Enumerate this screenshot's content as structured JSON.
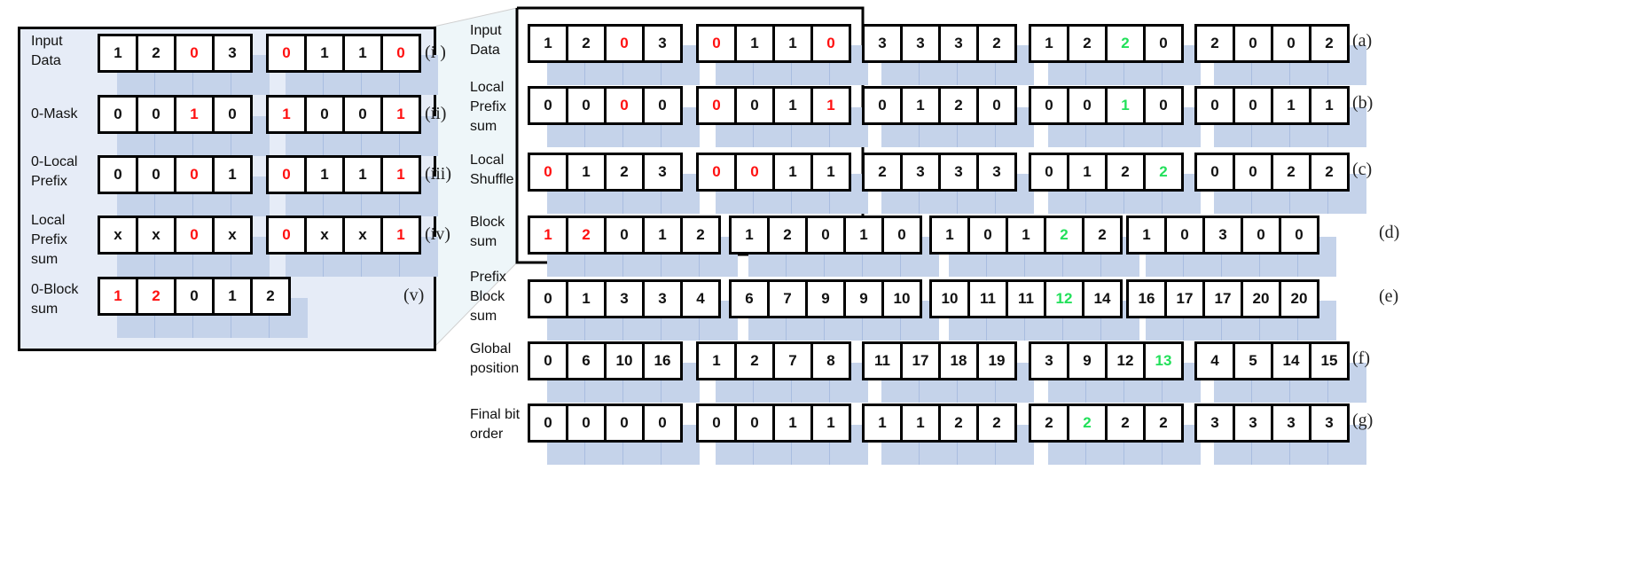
{
  "colors": {
    "highlight_red": "#ff1010",
    "highlight_green": "#22e05a",
    "panel_fill": "#e6ecf7",
    "shadow_fill": "#c5d3ea"
  },
  "left": {
    "rows": [
      {
        "label": "Input\nData",
        "tag": "(i )",
        "arrays": [
          {
            "v": [
              "1",
              "2",
              "0",
              "3"
            ],
            "c": [
              "k",
              "k",
              "r",
              "k"
            ]
          },
          {
            "v": [
              "0",
              "1",
              "1",
              "0"
            ],
            "c": [
              "r",
              "k",
              "k",
              "r"
            ]
          }
        ]
      },
      {
        "label": "0-Mask",
        "tag": "(ii)",
        "arrays": [
          {
            "v": [
              "0",
              "0",
              "1",
              "0"
            ],
            "c": [
              "k",
              "k",
              "r",
              "k"
            ]
          },
          {
            "v": [
              "1",
              "0",
              "0",
              "1"
            ],
            "c": [
              "r",
              "k",
              "k",
              "r"
            ]
          }
        ]
      },
      {
        "label": "0-Local\nPrefix",
        "tag": "(iii)",
        "arrays": [
          {
            "v": [
              "0",
              "0",
              "0",
              "1"
            ],
            "c": [
              "k",
              "k",
              "r",
              "k"
            ]
          },
          {
            "v": [
              "0",
              "1",
              "1",
              "1"
            ],
            "c": [
              "r",
              "k",
              "k",
              "r"
            ]
          }
        ]
      },
      {
        "label": "Local\nPrefix\nsum",
        "tag": "(iv)",
        "arrays": [
          {
            "v": [
              "x",
              "x",
              "0",
              "x"
            ],
            "c": [
              "k",
              "k",
              "r",
              "k"
            ]
          },
          {
            "v": [
              "0",
              "x",
              "x",
              "1"
            ],
            "c": [
              "r",
              "k",
              "k",
              "r"
            ]
          }
        ]
      },
      {
        "label": "0-Block\nsum",
        "tag": "(v)",
        "arrays": [
          {
            "v": [
              "1",
              "2",
              "0",
              "1",
              "2"
            ],
            "c": [
              "r",
              "r",
              "k",
              "k",
              "k"
            ]
          }
        ]
      }
    ]
  },
  "right": {
    "rows": [
      {
        "label": "Input\nData",
        "tag": "(a)",
        "arrays": [
          {
            "v": [
              "1",
              "2",
              "0",
              "3"
            ],
            "c": [
              "k",
              "k",
              "r",
              "k"
            ]
          },
          {
            "v": [
              "0",
              "1",
              "1",
              "0"
            ],
            "c": [
              "r",
              "k",
              "k",
              "r"
            ]
          },
          {
            "v": [
              "3",
              "3",
              "3",
              "2"
            ],
            "c": [
              "k",
              "k",
              "k",
              "k"
            ]
          },
          {
            "v": [
              "1",
              "2",
              "2",
              "0"
            ],
            "c": [
              "k",
              "k",
              "g",
              "k"
            ]
          },
          {
            "v": [
              "2",
              "0",
              "0",
              "2"
            ],
            "c": [
              "k",
              "k",
              "k",
              "k"
            ]
          }
        ]
      },
      {
        "label": "Local\nPrefix\nsum",
        "tag": "(b)",
        "arrays": [
          {
            "v": [
              "0",
              "0",
              "0",
              "0"
            ],
            "c": [
              "k",
              "k",
              "r",
              "k"
            ]
          },
          {
            "v": [
              "0",
              "0",
              "1",
              "1"
            ],
            "c": [
              "r",
              "k",
              "k",
              "r"
            ]
          },
          {
            "v": [
              "0",
              "1",
              "2",
              "0"
            ],
            "c": [
              "k",
              "k",
              "k",
              "k"
            ]
          },
          {
            "v": [
              "0",
              "0",
              "1",
              "0"
            ],
            "c": [
              "k",
              "k",
              "g",
              "k"
            ]
          },
          {
            "v": [
              "0",
              "0",
              "1",
              "1"
            ],
            "c": [
              "k",
              "k",
              "k",
              "k"
            ]
          }
        ]
      },
      {
        "label": "Local\nShuffle",
        "tag": "(c)",
        "arrays": [
          {
            "v": [
              "0",
              "1",
              "2",
              "3"
            ],
            "c": [
              "r",
              "k",
              "k",
              "k"
            ]
          },
          {
            "v": [
              "0",
              "0",
              "1",
              "1"
            ],
            "c": [
              "r",
              "r",
              "k",
              "k"
            ]
          },
          {
            "v": [
              "2",
              "3",
              "3",
              "3"
            ],
            "c": [
              "k",
              "k",
              "k",
              "k"
            ]
          },
          {
            "v": [
              "0",
              "1",
              "2",
              "2"
            ],
            "c": [
              "k",
              "k",
              "k",
              "g"
            ]
          },
          {
            "v": [
              "0",
              "0",
              "2",
              "2"
            ],
            "c": [
              "k",
              "k",
              "k",
              "k"
            ]
          }
        ]
      },
      {
        "label": "Block\nsum",
        "tag": "(d)",
        "arrays": [
          {
            "v": [
              "1",
              "2",
              "0",
              "1",
              "2"
            ],
            "c": [
              "r",
              "r",
              "k",
              "k",
              "k"
            ]
          },
          {
            "v": [
              "1",
              "2",
              "0",
              "1",
              "0"
            ],
            "c": [
              "k",
              "k",
              "k",
              "k",
              "k"
            ]
          },
          {
            "v": [
              "1",
              "0",
              "1",
              "2",
              "2"
            ],
            "c": [
              "k",
              "k",
              "k",
              "g",
              "k"
            ]
          },
          {
            "v": [
              "1",
              "0",
              "3",
              "0",
              "0"
            ],
            "c": [
              "k",
              "k",
              "k",
              "k",
              "k"
            ]
          }
        ]
      },
      {
        "label": "Prefix\nBlock\nsum",
        "tag": "(e)",
        "arrays": [
          {
            "v": [
              "0",
              "1",
              "3",
              "3",
              "4"
            ],
            "c": [
              "k",
              "k",
              "k",
              "k",
              "k"
            ]
          },
          {
            "v": [
              "6",
              "7",
              "9",
              "9",
              "10"
            ],
            "c": [
              "k",
              "k",
              "k",
              "k",
              "k"
            ]
          },
          {
            "v": [
              "10",
              "11",
              "11",
              "12",
              "14"
            ],
            "c": [
              "k",
              "k",
              "k",
              "g",
              "k"
            ]
          },
          {
            "v": [
              "16",
              "17",
              "17",
              "20",
              "20"
            ],
            "c": [
              "k",
              "k",
              "k",
              "k",
              "k"
            ]
          }
        ]
      },
      {
        "label": "Global\nposition",
        "tag": "(f)",
        "arrays": [
          {
            "v": [
              "0",
              "6",
              "10",
              "16"
            ],
            "c": [
              "k",
              "k",
              "k",
              "k"
            ]
          },
          {
            "v": [
              "1",
              "2",
              "7",
              "8"
            ],
            "c": [
              "k",
              "k",
              "k",
              "k"
            ]
          },
          {
            "v": [
              "11",
              "17",
              "18",
              "19"
            ],
            "c": [
              "k",
              "k",
              "k",
              "k"
            ]
          },
          {
            "v": [
              "3",
              "9",
              "12",
              "13"
            ],
            "c": [
              "k",
              "k",
              "k",
              "g"
            ]
          },
          {
            "v": [
              "4",
              "5",
              "14",
              "15"
            ],
            "c": [
              "k",
              "k",
              "k",
              "k"
            ]
          }
        ]
      },
      {
        "label": "Final bit\norder",
        "tag": "(g)",
        "arrays": [
          {
            "v": [
              "0",
              "0",
              "0",
              "0"
            ],
            "c": [
              "k",
              "k",
              "k",
              "k"
            ]
          },
          {
            "v": [
              "0",
              "0",
              "1",
              "1"
            ],
            "c": [
              "k",
              "k",
              "k",
              "k"
            ]
          },
          {
            "v": [
              "1",
              "1",
              "2",
              "2"
            ],
            "c": [
              "k",
              "k",
              "k",
              "k"
            ]
          },
          {
            "v": [
              "2",
              "2",
              "2",
              "2"
            ],
            "c": [
              "k",
              "g",
              "k",
              "k"
            ]
          },
          {
            "v": [
              "3",
              "3",
              "3",
              "3"
            ],
            "c": [
              "k",
              "k",
              "k",
              "k"
            ]
          }
        ]
      }
    ]
  }
}
